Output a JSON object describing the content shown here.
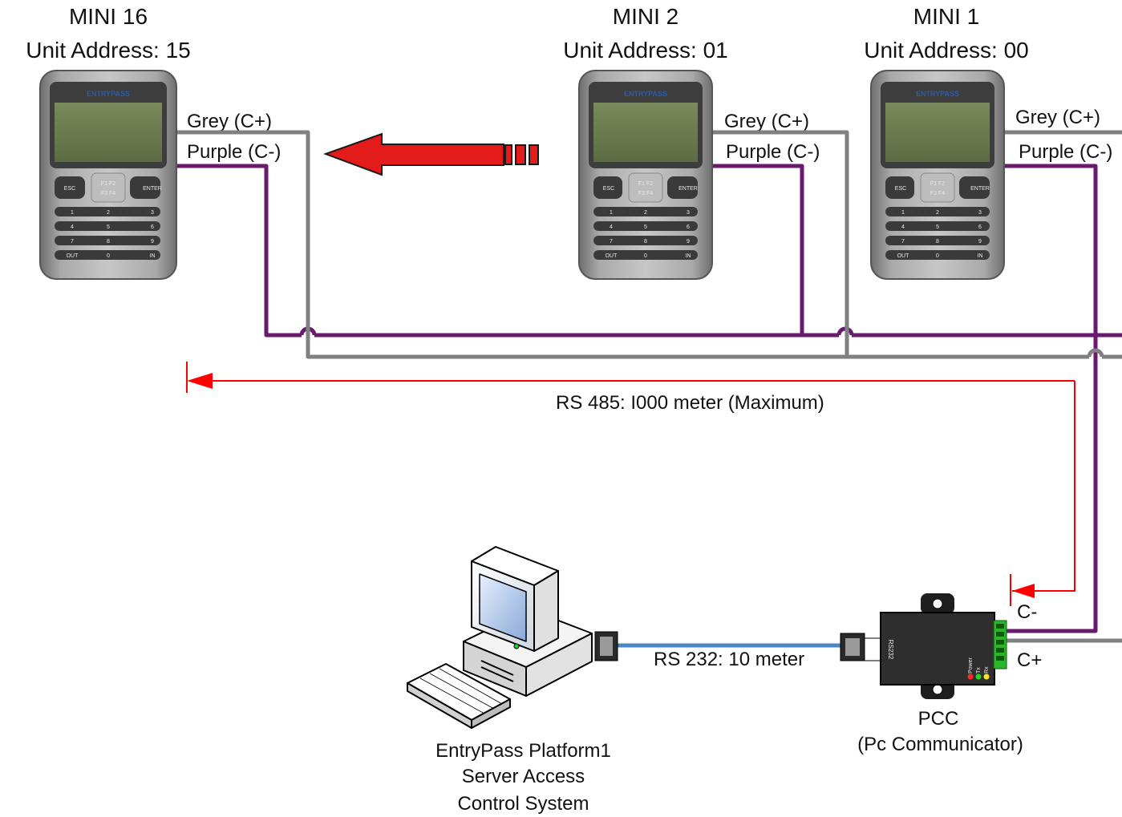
{
  "devices": [
    {
      "name": "MINI 16",
      "address": "Unit Address: 15",
      "brand": "ENTRYPASS"
    },
    {
      "name": "MINI 2",
      "address": "Unit Address: 01",
      "brand": "ENTRYPASS"
    },
    {
      "name": "MINI 1",
      "address": "Unit Address: 00",
      "brand": "ENTRYPASS"
    }
  ],
  "wires": {
    "grey": "Grey (C+)",
    "purple": "Purple (C-)",
    "c_minus": "C-",
    "c_plus": "C+"
  },
  "links": {
    "rs485": "RS 485: I000 meter (Maximum)",
    "rs232": "RS 232: 10 meter"
  },
  "keypad": {
    "esc": "ESC",
    "enter": "ENTER",
    "f1": "F1",
    "f2": "F2",
    "f3": "F3",
    "f4": "F4",
    "rows": [
      [
        "1",
        "2",
        "3"
      ],
      [
        "4",
        "5",
        "6"
      ],
      [
        "7",
        "8",
        "9"
      ],
      [
        "OUT",
        "0",
        "IN"
      ]
    ]
  },
  "pcc": {
    "label": "PCC",
    "sublabel": "(Pc Communicator)",
    "port": "RS232",
    "leds": [
      "Power",
      "Tx",
      "Rx"
    ]
  },
  "server": {
    "line1": "EntryPass Platform1",
    "line2": "Server Access",
    "line3": "Control System"
  },
  "colors": {
    "grey_wire": "#808080",
    "purple_wire": "#6a1a6e",
    "rs485_arrow": "#ff0000",
    "rs232_cable": "#4a86c8",
    "big_arrow": "#e31b1b"
  }
}
